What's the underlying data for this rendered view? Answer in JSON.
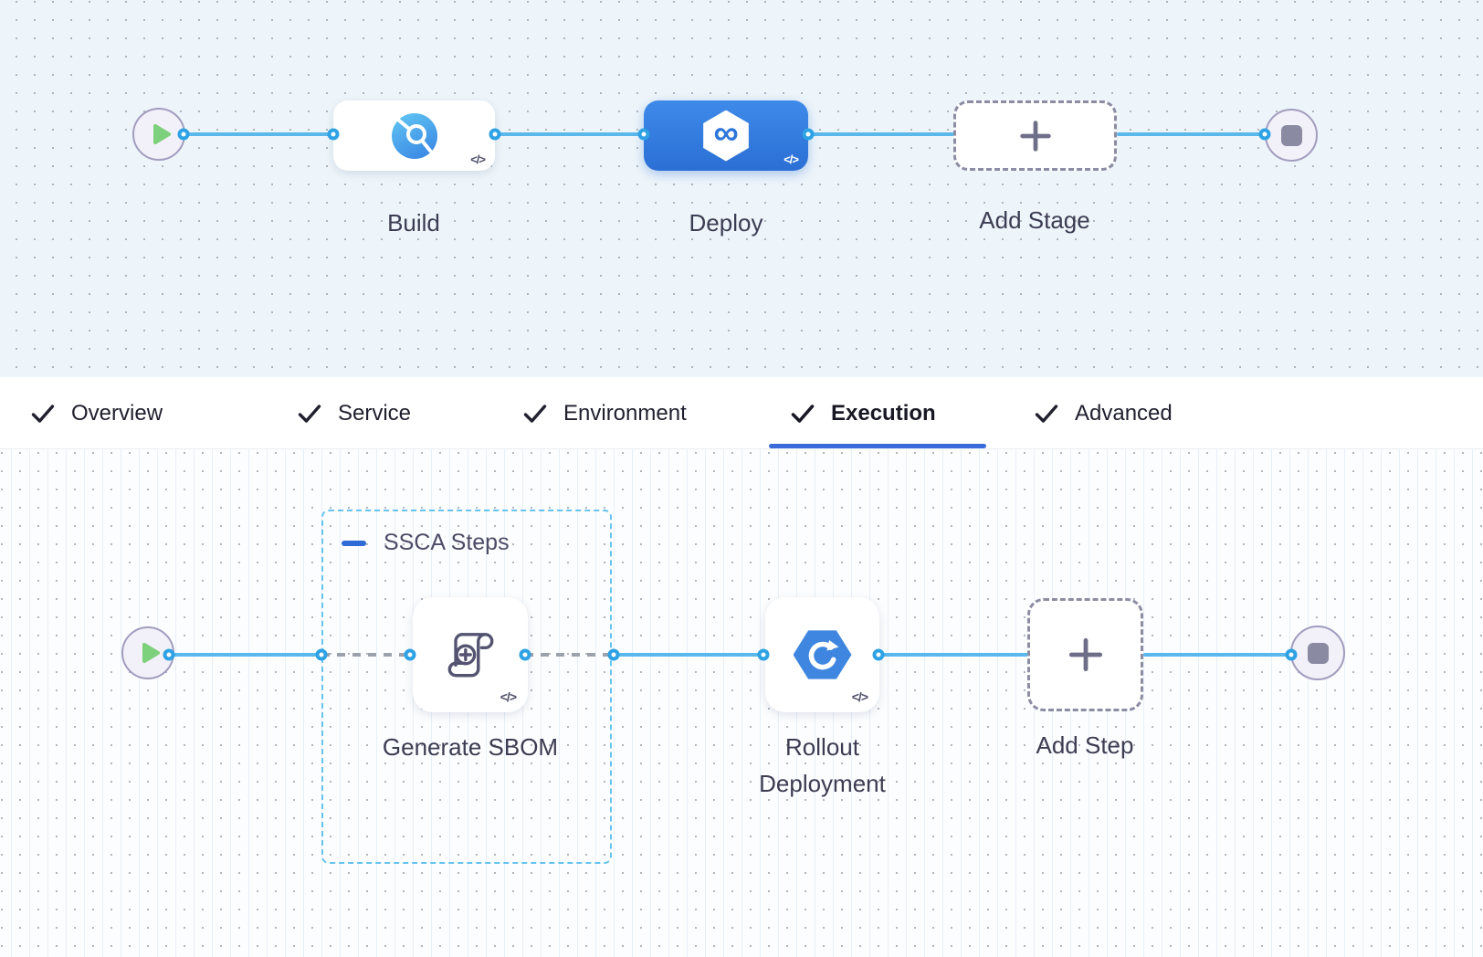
{
  "glyphs": {
    "code": "</>",
    "infinity": "∞"
  },
  "colors": {
    "connector_blue": "#5ab8ec",
    "port_ring_blue": "#2ea2e4",
    "dashed_connector_gray": "#9ba1ad",
    "selected_stage_blue": "#3079dd",
    "group_border_blue": "#66c2ee",
    "tab_underline_blue": "#3a6bd8",
    "play_green": "#7dd07c",
    "icon_blue": "#3e86e0",
    "canvas_top_bg": "#eef5fa",
    "canvas_bottom_bg": "#fcfdfe"
  },
  "stage_pipeline": {
    "stages": [
      {
        "label": "Build",
        "selected": false
      },
      {
        "label": "Deploy",
        "selected": true
      },
      {
        "label": "Add Stage",
        "placeholder": true
      }
    ]
  },
  "tabs": {
    "items": [
      {
        "label": "Overview",
        "checked": true
      },
      {
        "label": "Service",
        "checked": true
      },
      {
        "label": "Environment",
        "checked": true
      },
      {
        "label": "Execution",
        "checked": true
      },
      {
        "label": "Advanced",
        "checked": true
      }
    ],
    "active": "Execution"
  },
  "execution_pipeline": {
    "group_label": "SSCA Steps",
    "steps": [
      {
        "label": "Generate SBOM",
        "in_group": true
      },
      {
        "label": "Rollout Deployment",
        "in_group": false
      },
      {
        "label": "Add Step",
        "placeholder": true
      }
    ]
  }
}
